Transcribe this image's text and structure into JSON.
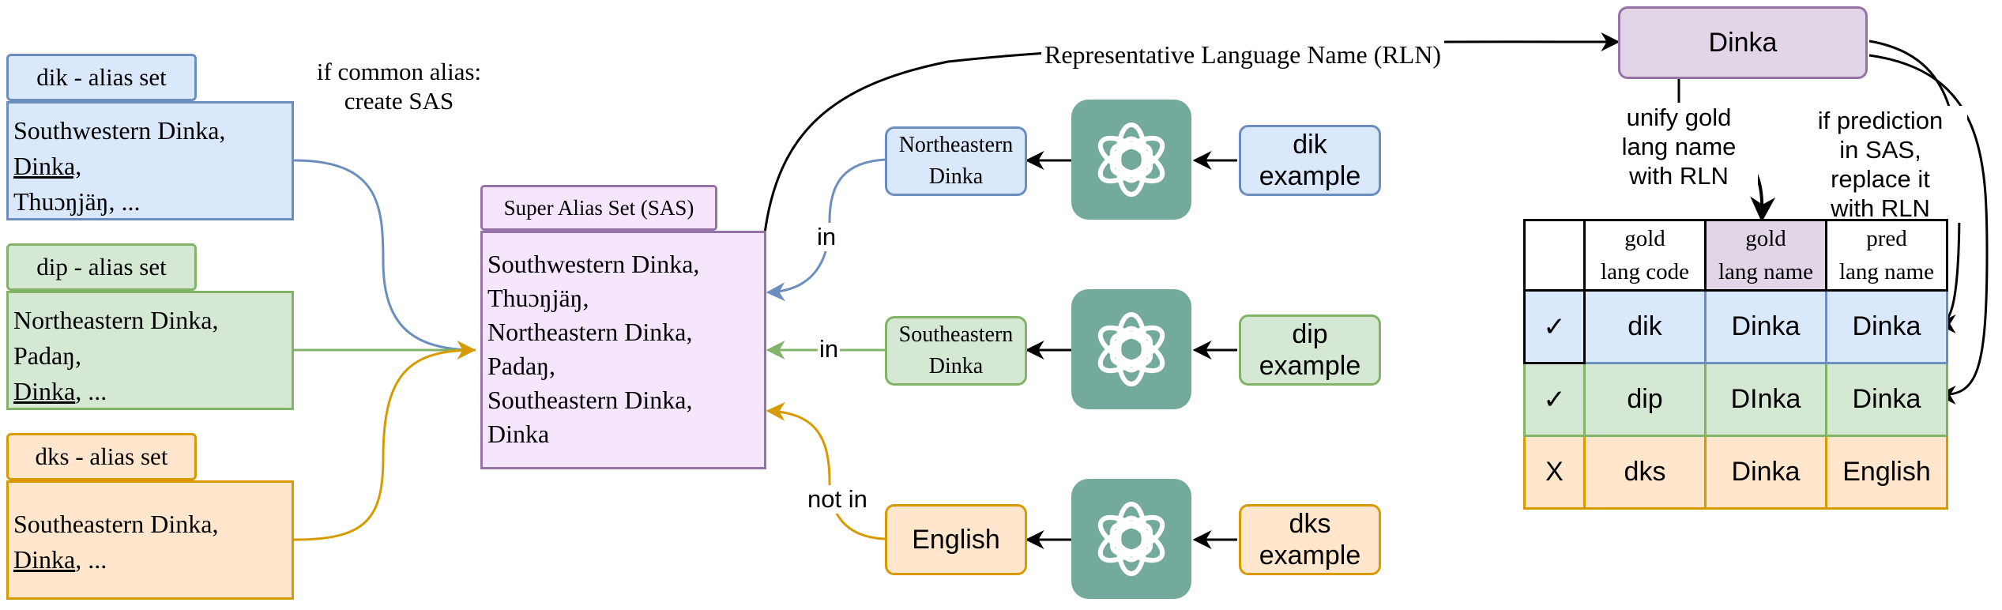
{
  "alias_sets": [
    {
      "title": "dik - alias set",
      "lines": [
        "Southwestern Dinka,",
        "Dinka,",
        "Thuɔŋjäŋ, ..."
      ],
      "underlined": "Dinka,"
    },
    {
      "title": "dip - alias set",
      "lines": [
        "Northeastern Dinka,",
        "Padaŋ,",
        "Dinka, ..."
      ],
      "underlined": "Dinka"
    },
    {
      "title": "dks - alias set",
      "lines": [
        "Southeastern Dinka,",
        "Dinka, ..."
      ],
      "underlined": "Dinka"
    }
  ],
  "common_alias_note": [
    "if common alias:",
    "create SAS"
  ],
  "sas": {
    "title": "Super Alias Set (SAS)",
    "lines": [
      "Southwestern Dinka,",
      "Thuɔŋjäŋ,",
      "Northeastern Dinka,",
      "Padaŋ,",
      "Southeastern Dinka,",
      "Dinka"
    ]
  },
  "rln_label": "Representative Language Name (RLN)",
  "rln_box": "Dinka",
  "predictions": [
    {
      "lines": [
        "Northeastern",
        "Dinka"
      ],
      "relation": "in",
      "example": [
        "dik",
        "example"
      ]
    },
    {
      "lines": [
        "Southeastern",
        "Dinka"
      ],
      "relation": "in",
      "example": [
        "dip",
        "example"
      ]
    },
    {
      "lines": [
        "English"
      ],
      "relation": "not in",
      "example": [
        "dks",
        "example"
      ]
    }
  ],
  "unify_note": [
    "unify gold",
    "lang name",
    "with RLN"
  ],
  "replace_note": [
    "if prediction",
    "in SAS,",
    "replace it",
    "with RLN"
  ],
  "table": {
    "headers": [
      "",
      [
        "gold",
        "lang code"
      ],
      [
        "gold",
        "lang name"
      ],
      [
        "pred",
        "lang name"
      ]
    ],
    "rows": [
      {
        "mark": "✓",
        "code": "dik",
        "gold": "Dinka",
        "pred": "Dinka"
      },
      {
        "mark": "✓",
        "code": "dip",
        "gold": "DInka",
        "pred": "Dinka"
      },
      {
        "mark": "X",
        "code": "dks",
        "gold": "Dinka",
        "pred": "English"
      }
    ]
  },
  "colors": {
    "blue": "#dae8fc",
    "green": "#d5e8d4",
    "orange": "#ffe6cc",
    "purple": "#e1d5e7",
    "chatgpt": "#74aa9c"
  },
  "icons": {
    "model": "chatgpt-logo-icon"
  }
}
